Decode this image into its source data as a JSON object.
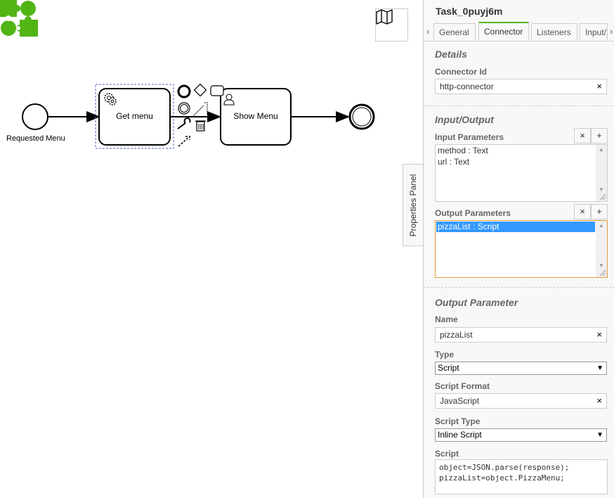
{
  "diagram": {
    "start_event_label": "Requested Menu",
    "task1_label": "Get menu",
    "task2_label": "Show Menu"
  },
  "canvas": {
    "properties_toggle_label": "Properties Panel"
  },
  "panel": {
    "title": "Task_0puyj6m",
    "tabs": [
      "General",
      "Connector",
      "Listeners",
      "Input/"
    ],
    "active_tab": "Connector",
    "details": {
      "title": "Details",
      "connector_id_label": "Connector Id",
      "connector_id_value": "http-connector"
    },
    "io": {
      "title": "Input/Output",
      "input_label": "Input Parameters",
      "inputs": [
        "method : Text",
        "url : Text"
      ],
      "output_label": "Output Parameters",
      "outputs": [
        "pizzaList : Script"
      ]
    },
    "output_param": {
      "title": "Output Parameter",
      "name_label": "Name",
      "name_value": "pizzaList",
      "type_label": "Type",
      "type_value": "Script",
      "script_format_label": "Script Format",
      "script_format_value": "JavaScript",
      "script_type_label": "Script Type",
      "script_type_value": "Inline Script",
      "script_label": "Script",
      "script_value": "object=JSON.parse(response);\npizzaList=object.PizzaMenu;"
    },
    "clear_glyph": "×",
    "add_glyph": "+"
  },
  "colors": {
    "accent": "#52b415",
    "selection": "#3399ff",
    "focus_border": "#e09b3a",
    "logo": "#52b415"
  }
}
